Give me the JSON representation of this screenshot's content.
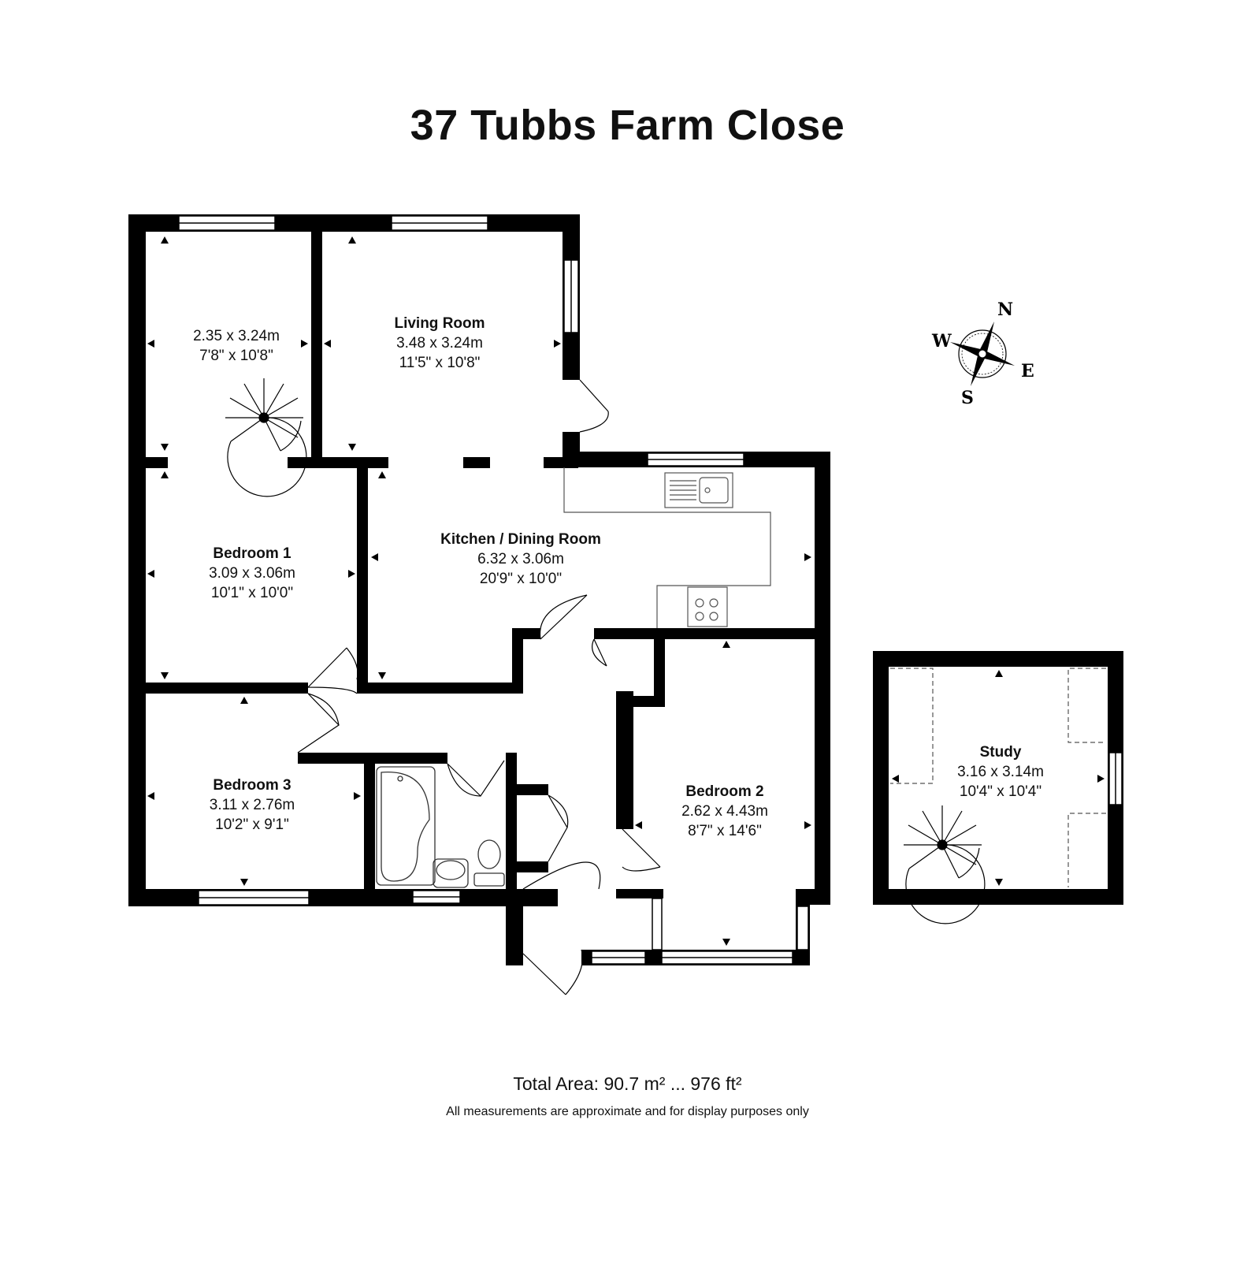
{
  "title": "37 Tubbs Farm Close",
  "rooms": {
    "landing": {
      "name": "",
      "metric": "2.35 x 3.24m",
      "imperial": "7'8\" x 10'8\""
    },
    "living": {
      "name": "Living Room",
      "metric": "3.48 x 3.24m",
      "imperial": "11'5\" x 10'8\""
    },
    "kitchen": {
      "name": "Kitchen / Dining Room",
      "metric": "6.32 x 3.06m",
      "imperial": "20'9\" x 10'0\""
    },
    "bedroom1": {
      "name": "Bedroom 1",
      "metric": "3.09 x 3.06m",
      "imperial": "10'1\" x 10'0\""
    },
    "bedroom2": {
      "name": "Bedroom 2",
      "metric": "2.62 x 4.43m",
      "imperial": "8'7\" x 14'6\""
    },
    "bedroom3": {
      "name": "Bedroom 3",
      "metric": "3.11 x 2.76m",
      "imperial": "10'2\" x 9'1\""
    },
    "study": {
      "name": "Study",
      "metric": "3.16 x 3.14m",
      "imperial": "10'4\" x 10'4\""
    }
  },
  "compass": {
    "north": "N",
    "south": "S",
    "east": "E",
    "west": "W"
  },
  "footer": {
    "total_area": "Total Area: 90.7 m² ... 976 ft²",
    "disclaimer": "All measurements are approximate and for display purposes only"
  }
}
